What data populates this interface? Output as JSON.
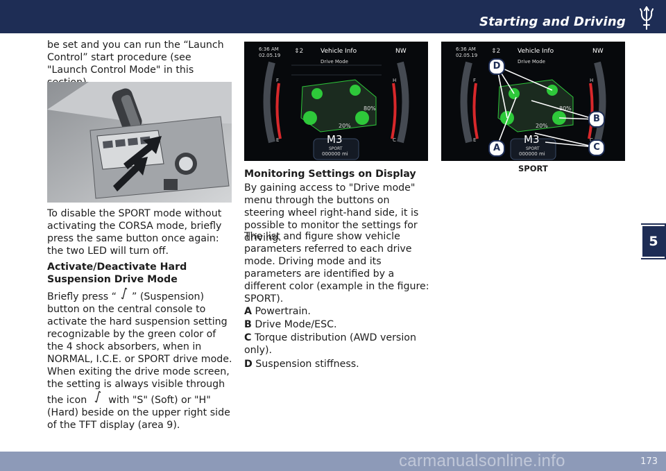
{
  "header": {
    "section_title": "Starting and Driving"
  },
  "chapter_tab": "5",
  "footer": {
    "page_number": "173",
    "watermark": "carmanualsonline.info"
  },
  "col1": {
    "intro": "be set and you can run the “Launch Control” start procedure (see \"Launch Control Mode\" in this section).",
    "disable_para": "To disable the SPORT mode without activating the CORSA mode, briefly press the same button once again: the two LED will turn off.",
    "heading": "Activate/Deactivate Hard Suspension Drive Mode",
    "body_a": "Briefly press “",
    "body_b": "” (Suspension) button on the central console to activate the hard suspension setting recognizable by the green color of the 4 shock absorbers, when in NORMAL, I.C.E. or SPORT drive mode. When exiting the drive mode screen, the setting is always visible through the icon",
    "body_c": "with \"S\" (Soft) or \"H\" (Hard) beside on the upper right side of the TFT display (area 9)."
  },
  "col2": {
    "heading": "Monitoring Settings on Display",
    "p1": "By gaining access to \"Drive mode\" menu through the buttons on steering wheel right-hand side, it is possible to monitor the settings for driving.",
    "p2": "The list and figure show vehicle parameters referred to each drive mode. Driving mode and its parameters are identified by a different color (example in the figure: SPORT).",
    "items": [
      {
        "key": "A",
        "text": "Powertrain."
      },
      {
        "key": "B",
        "text": "Drive Mode/ESC."
      },
      {
        "key": "C",
        "text": "Torque distribution (AWD version only)."
      },
      {
        "key": "D",
        "text": "Suspension stiffness."
      }
    ]
  },
  "display": {
    "time": "6:36 AM",
    "date": "02.05.19",
    "arrows_num": "2",
    "menu_title": "Vehicle Info",
    "compass": "NW",
    "submenu": "Drive Mode",
    "pct_rear": "80%",
    "pct_front": "20%",
    "gear": "M3",
    "mode": "SPORT",
    "odometer": "000000",
    "odo_unit": "mi",
    "gauge_F": "F",
    "gauge_E": "E",
    "gauge_H": "H",
    "gauge_C": "C"
  },
  "callouts": [
    "A",
    "B",
    "C",
    "D"
  ],
  "figure_caption": "SPORT",
  "colors": {
    "brand_navy": "#1e2d55",
    "footer": "#8d9ab8",
    "sport_green": "#2ec83a",
    "gauge_red": "#d8282b"
  }
}
